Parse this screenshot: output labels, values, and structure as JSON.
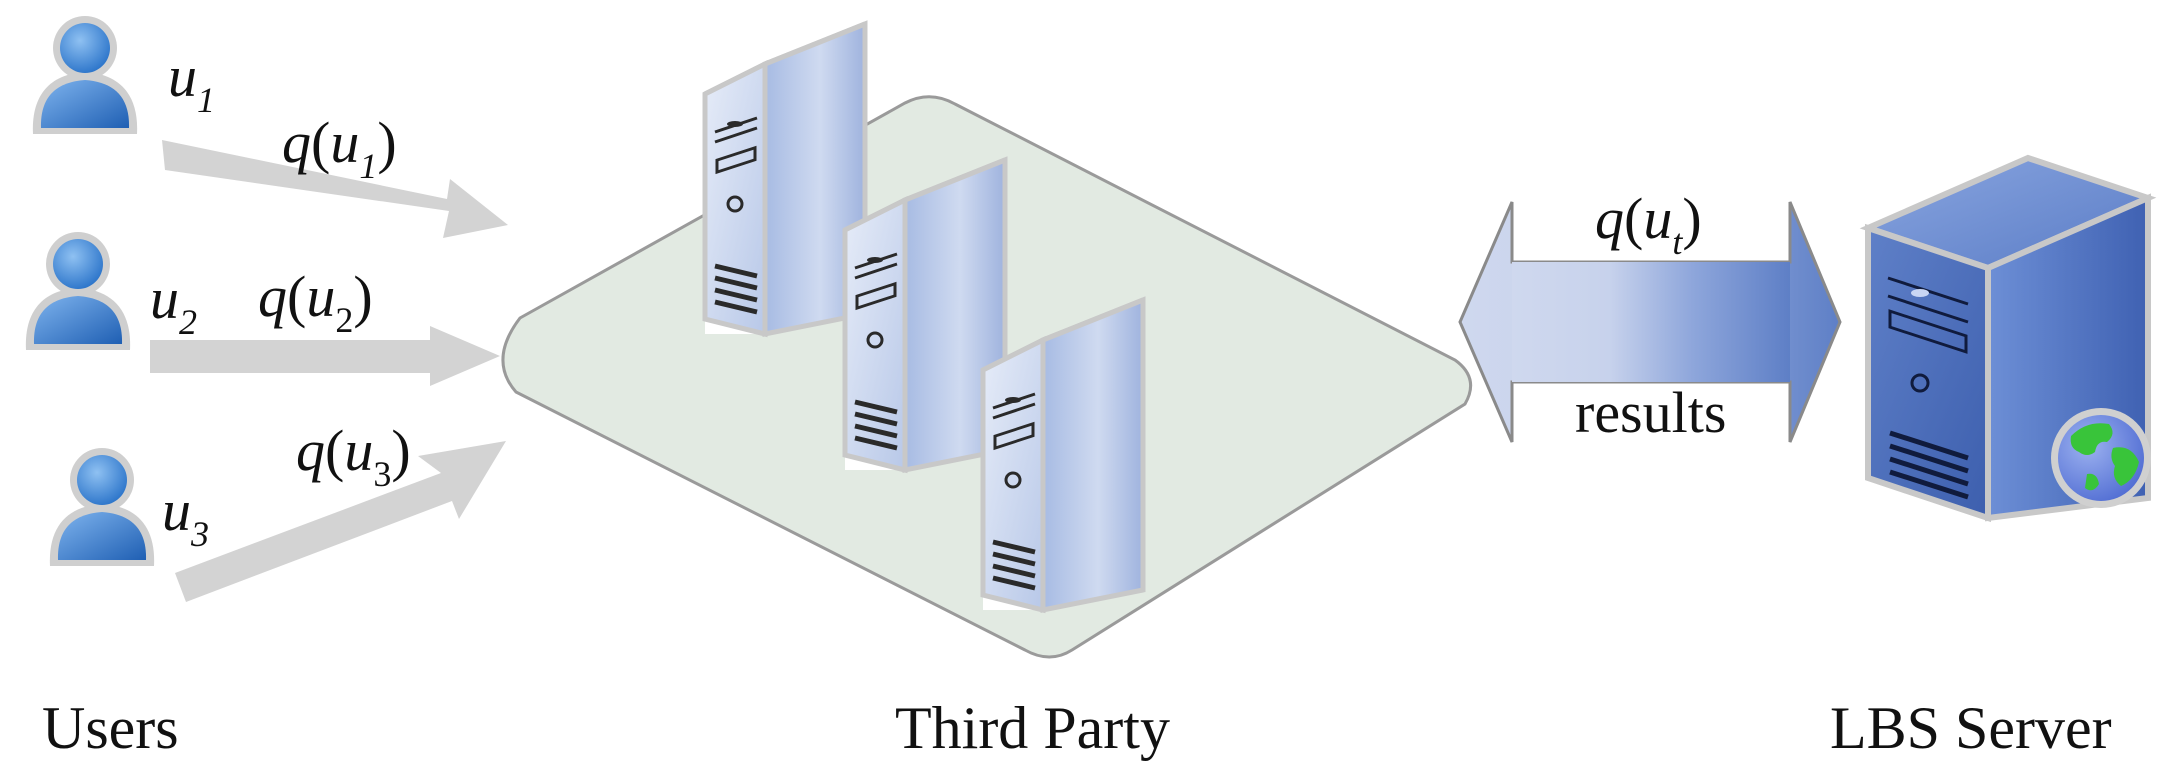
{
  "users": [
    {
      "var": "u",
      "sub": "1",
      "query_fn": "q",
      "query_var": "u",
      "query_sub": "1"
    },
    {
      "var": "u",
      "sub": "2",
      "query_fn": "q",
      "query_var": "u",
      "query_sub": "2"
    },
    {
      "var": "u",
      "sub": "3",
      "query_fn": "q",
      "query_var": "u",
      "query_sub": "3"
    }
  ],
  "exchange": {
    "query_fn": "q",
    "query_var": "u",
    "query_sub": "t",
    "response": "results"
  },
  "captions": {
    "users": "Users",
    "third_party": "Third Party",
    "lbs_server": "LBS Server"
  },
  "icons": {
    "user": "user-icon",
    "server": "server-icon",
    "globe": "globe-icon"
  },
  "colors": {
    "arrow_gray": "#d3d3d3",
    "platform_fill": "#e2eae2",
    "server_light": "#c9d6ef",
    "server_dark": "#4d6fb8",
    "double_arrow_light": "#cfd8ee",
    "double_arrow_dark": "#5e7fc6",
    "globe_land": "#39c43a",
    "globe_ocean": "#6f8be0"
  }
}
